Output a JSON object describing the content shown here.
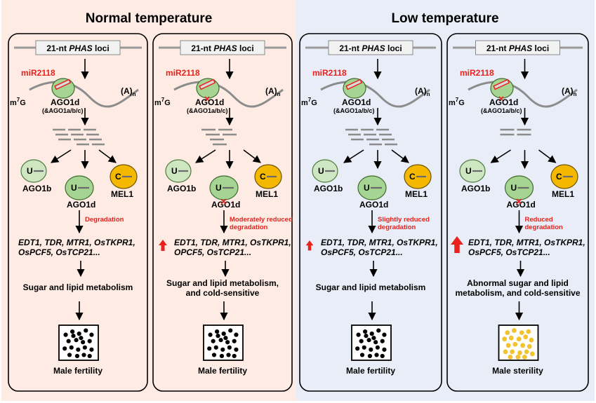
{
  "headers": {
    "normal": "Normal temperature",
    "low": "Low temperature"
  },
  "colors": {
    "normal_bg": "#fdebe4",
    "low_bg": "#e9edf8",
    "agoGreen": "#a6d492",
    "agoGreenLight": "#cfe6c3",
    "mel1Yellow": "#f5b800",
    "red": "#e8221c",
    "sterileDots": "#f2c230"
  },
  "common": {
    "locus_pre": "21-nt ",
    "locus_italic": "PHAS",
    "locus_post": " loci",
    "mir": "miR2118",
    "cap": "m",
    "cap_sup": "7",
    "cap_post": "G",
    "polyA": "(A)",
    "polyA_sub": "n",
    "ago1d": "AGO1d",
    "ago1abc": "(&AGO1a/b/c)",
    "ago1b": "AGO1b",
    "mel1": "MEL1",
    "u": "U",
    "c": "C"
  },
  "panels": [
    {
      "degradation": [
        "Degradation"
      ],
      "targets": [
        "EDT1, TDR, MTR1, OsTKPR1,",
        "OsPCF5, OsTCP21..."
      ],
      "metabolism": [
        "Sugar and lipid metabolism"
      ],
      "outcome": "Male fertility"
    },
    {
      "degradation": [
        "Moderately reduced",
        "degradation"
      ],
      "targets": [
        "EDT1, TDR, MTR1, OsTKPR1,",
        "OPCF5, OsTCP21..."
      ],
      "metabolism": [
        "Sugar and lipid metabolism,",
        "and cold-sensitive"
      ],
      "outcome": "Male fertility"
    },
    {
      "degradation": [
        "Slightly reduced",
        "degradation"
      ],
      "targets": [
        "EDT1, TDR, MTR1, OsTKPR1,",
        "OsPCF5, OsTCP21..."
      ],
      "metabolism": [
        "Sugar and lipid metabolism"
      ],
      "outcome": "Male fertility"
    },
    {
      "degradation": [
        "Reduced",
        "degradation"
      ],
      "targets": [
        "EDT1, TDR, MTR1, OsTKPR1,",
        "OsPCF5, OsTCP21..."
      ],
      "metabolism": [
        "Abnormal sugar and lipid",
        "metabolism, and cold-sensitive"
      ],
      "outcome": "Male sterility"
    }
  ]
}
